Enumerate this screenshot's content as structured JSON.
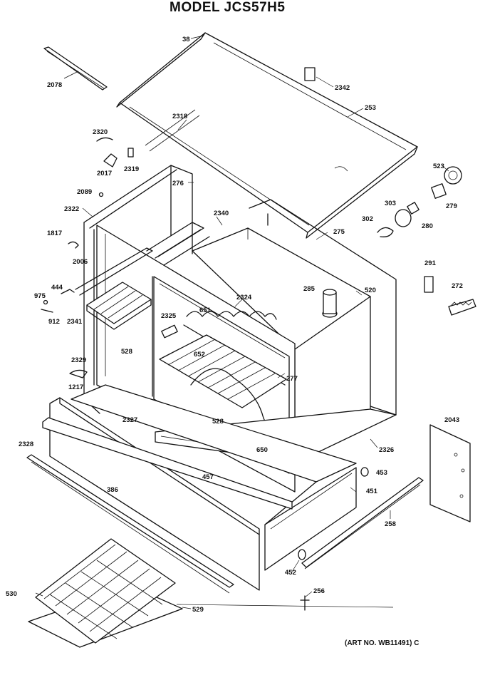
{
  "title": "MODEL JCS57H5",
  "art_number": "(ART NO. WB11491) C",
  "callouts": [
    "38",
    "2078",
    "2342",
    "253",
    "2318",
    "2320",
    "2017",
    "2319",
    "523",
    "276",
    "2089",
    "279",
    "303",
    "2322",
    "2340",
    "302",
    "280",
    "275",
    "1817",
    "2006",
    "291",
    "285",
    "520",
    "444",
    "272",
    "975",
    "2324",
    "651",
    "912",
    "2341",
    "2325",
    "528",
    "652",
    "277",
    "2329",
    "1217",
    "2327",
    "528",
    "2043",
    "650",
    "2326",
    "2328",
    "453",
    "457",
    "386",
    "451",
    "258",
    "452",
    "530",
    "529",
    "256"
  ]
}
